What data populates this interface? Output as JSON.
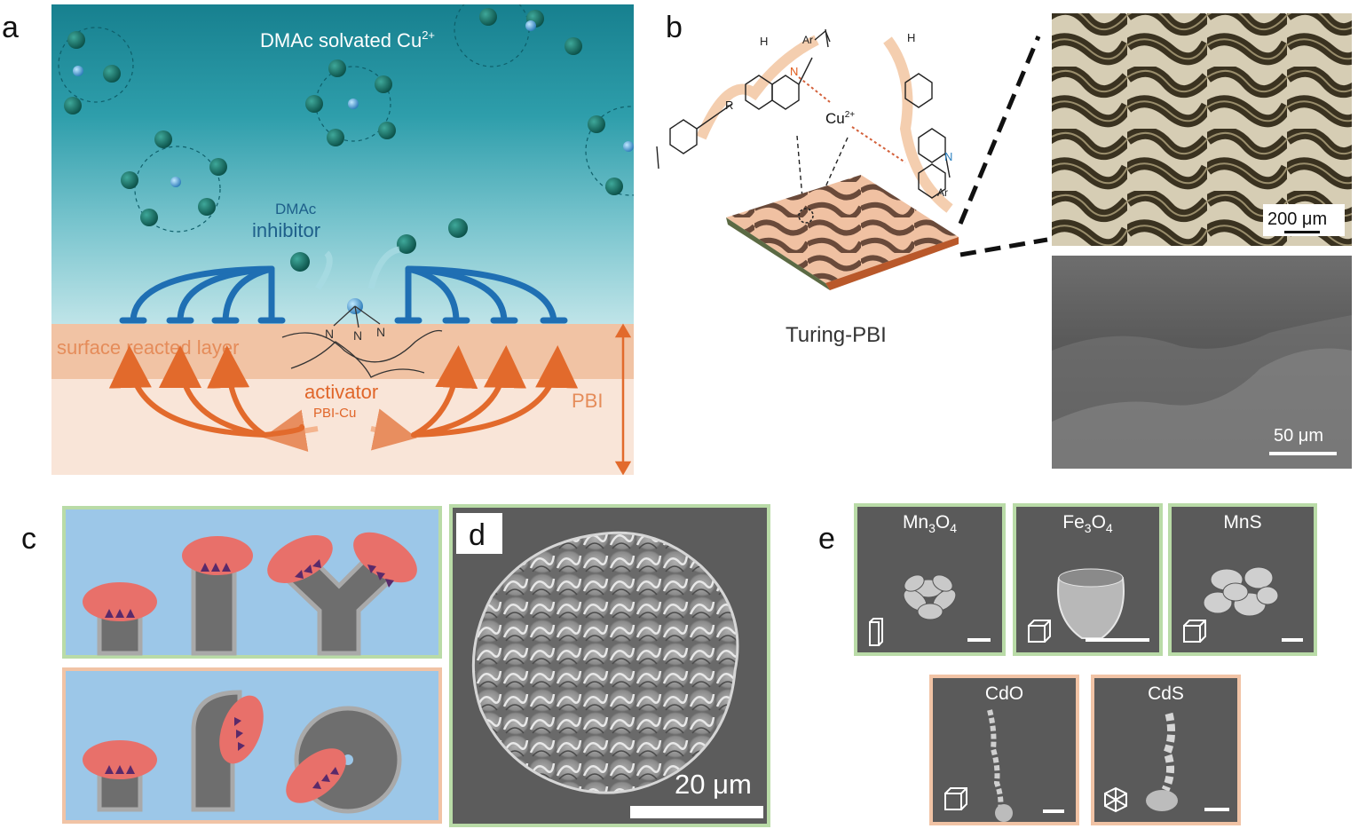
{
  "panel_labels": {
    "a": "a",
    "b": "b",
    "c": "c",
    "d": "d",
    "e": "e"
  },
  "panel_a": {
    "title": "DMAc solvated Cu",
    "title_sup": "2+",
    "inhibitor_small": "DMAc",
    "inhibitor_big": "inhibitor",
    "surface_layer": "surface reacted layer",
    "activator_big": "activator",
    "activator_small": "PBI-Cu",
    "pbi": "PBI",
    "n_label": "N",
    "colors": {
      "solvent_top": "#1a8797",
      "solvent_mid": "#4fb0bd",
      "solvent_bottom": "#b6e0e4",
      "reacted": "#f1c3a4",
      "pbi": "#f9e5d8",
      "inhibitor": "#1f6fb3",
      "activator": "#e26a2c",
      "sphere": "#0f5f55"
    }
  },
  "panel_b": {
    "cu_label": "Cu",
    "cu_sup": "2+",
    "h_label": "H",
    "ar_label": "Ar",
    "r_label": "R",
    "n_label": "N",
    "caption": "Turing-PBI",
    "scale_top": "200 μm",
    "scale_bottom": "50 μm"
  },
  "panel_d": {
    "scale": "20 μm"
  },
  "panel_e": {
    "items": [
      {
        "base": "Mn",
        "s1": "3",
        "mid": "O",
        "s2": "4",
        "icon": "tall-cuboid-icon"
      },
      {
        "base": "Fe",
        "s1": "3",
        "mid": "O",
        "s2": "4",
        "icon": "cube-icon"
      },
      {
        "base": "MnS",
        "s1": "",
        "mid": "",
        "s2": "",
        "icon": "cube-icon"
      },
      {
        "base": "CdO",
        "s1": "",
        "mid": "",
        "s2": "",
        "icon": "cube-icon"
      },
      {
        "base": "CdS",
        "s1": "",
        "mid": "",
        "s2": "",
        "icon": "hexagonal-prism-icon"
      }
    ]
  }
}
